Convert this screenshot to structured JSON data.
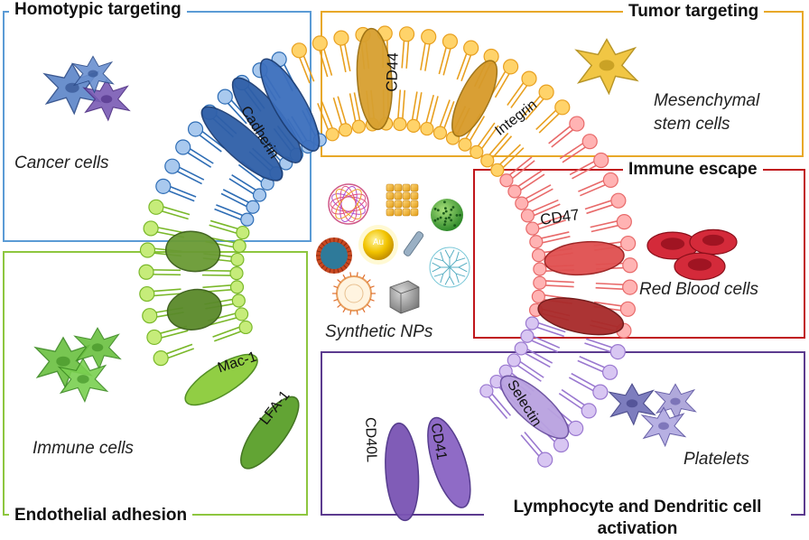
{
  "categories": {
    "homotypic": {
      "title": "Homotypic targeting",
      "cell": "Cancer cells",
      "color": "#5b9bd5"
    },
    "tumor": {
      "title": "Tumor targeting",
      "cell": "Mesenchymal\nstem cells",
      "color": "#e8a828"
    },
    "immune_escape": {
      "title": "Immune escape",
      "cell": "Red Blood cells",
      "color": "#c0151b"
    },
    "endothelial": {
      "title": "Endothelial adhesion",
      "cell": "Immune cells",
      "color": "#8dc63f"
    },
    "lymphocyte": {
      "title": "Lymphocyte and Dendritic cell\nactivation",
      "cell": "Platelets",
      "color": "#5c3b8f"
    }
  },
  "proteins": {
    "cadherin": "Cadherin",
    "cd44": "CD44",
    "integrin": "Integrin",
    "cd47": "CD47",
    "selectin": "Selectin",
    "cd41": "CD41",
    "cd40l": "CD40L",
    "lfa1": "LFA-1",
    "mac1": "Mac-1"
  },
  "center": {
    "label": "Synthetic NPs",
    "gold_label": "Au"
  }
}
